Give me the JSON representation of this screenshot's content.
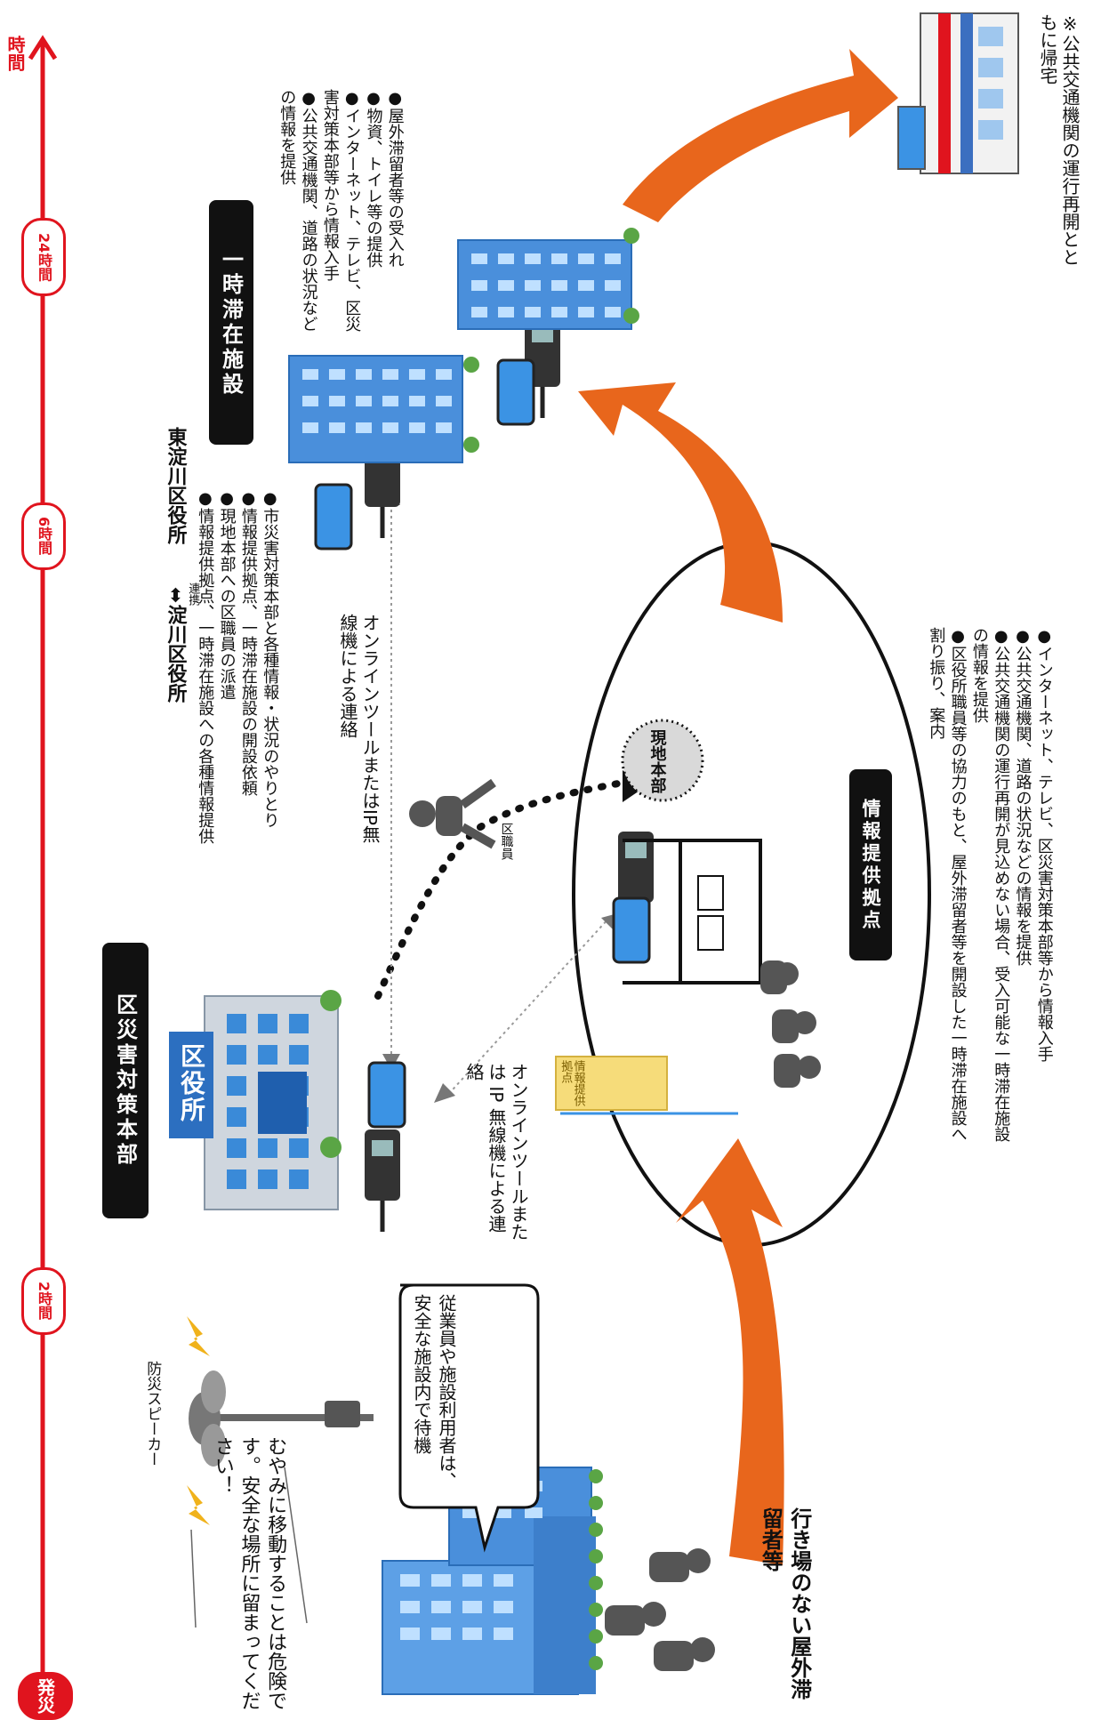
{
  "timeline": {
    "start_label": "発災",
    "end_label": "時間",
    "markers": [
      "2時間",
      "6時間",
      "24時間"
    ],
    "color": "#e0141e"
  },
  "speaker": {
    "label": "防災スピーカー",
    "message": "むやみに移動することは危険です。安全な場所に留まってください！"
  },
  "building_bubble": "従業員や施設利用者は、安全な施設内で待機",
  "stranded": "行き場のない屋外滞留者等",
  "hq": {
    "title": "区災害対策本部",
    "office_sign": "区役所",
    "link_label": "連携",
    "link_left": "淀川区役所",
    "link_right": "東淀川区役所",
    "items": [
      "●市災害対策本部と各種情報・状況のやりとり",
      "●情報提供拠点、一時滞在施設の開設依頼",
      "●現地本部への区職員の派遣",
      "●情報提供拠点、一時滞在施設への各種情報提供"
    ]
  },
  "comm_a": "オンラインツールまたはIP無線機による連絡",
  "comm_b": "オンラインツールまたは IP 無線機による連絡",
  "staff": "区職員",
  "field_hq": "現地本部",
  "info_point": {
    "title": "情報提供拠点",
    "sign": "情報提供拠点",
    "items": [
      "●インターネット、テレビ、区災害対策本部等から情報入手",
      "●公共交通機関、道路の状況などの情報を提供",
      "●公共交通機関の運行再開が見込めない場合、受入可能な一時滞在施設の情報を提供",
      "●区役所職員等の協力のもと、屋外滞留者等を開設した一時滞在施設へ割り振り、案内"
    ]
  },
  "temp_facility": {
    "title": "一時滞在施設",
    "items": [
      "●屋外滞留者等の受入れ",
      "●物資、トイレ等の提供",
      "●インターネット、テレビ、区災害対策本部等から情報入手",
      "●公共交通機関、道路の状況などの情報を提供"
    ]
  },
  "return_note": "※公共交通機関の運行再開とともに帰宅",
  "colors": {
    "arrow": "#e8661c",
    "building": "#3d8ad8",
    "dark": "#111111"
  }
}
